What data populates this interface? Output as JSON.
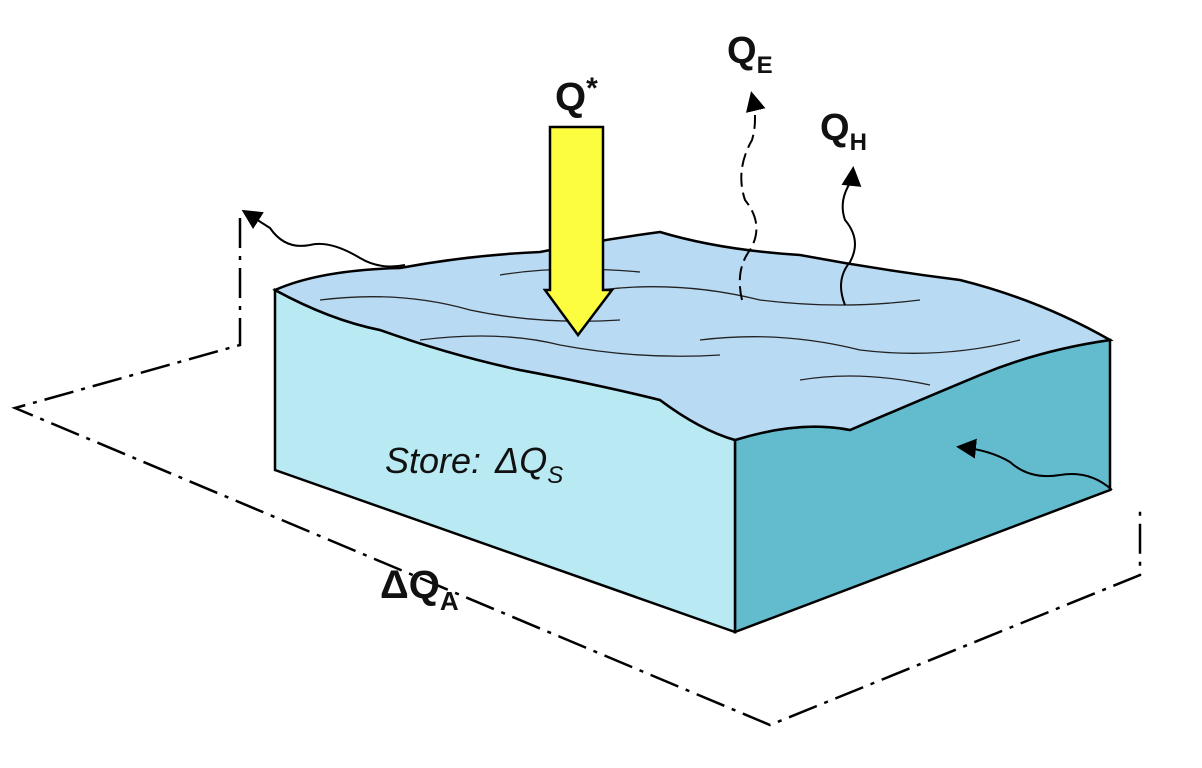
{
  "labels": {
    "net_radiation": {
      "main": "Q",
      "sup": "*"
    },
    "latent_heat": {
      "main": "Q",
      "sub": "E"
    },
    "sensible_heat": {
      "main": "Q",
      "sub": "H"
    },
    "storage": {
      "prefix": "Store:",
      "main": "ΔQ",
      "sub": "S"
    },
    "advection": {
      "main": "ΔQ",
      "sub": "A"
    }
  },
  "colors": {
    "top_surface": "#b9daf3",
    "front_face": "#b9e9f2",
    "side_face": "#62bcce",
    "radiation_arrow": "#fdfd3f",
    "line": "#000000"
  }
}
